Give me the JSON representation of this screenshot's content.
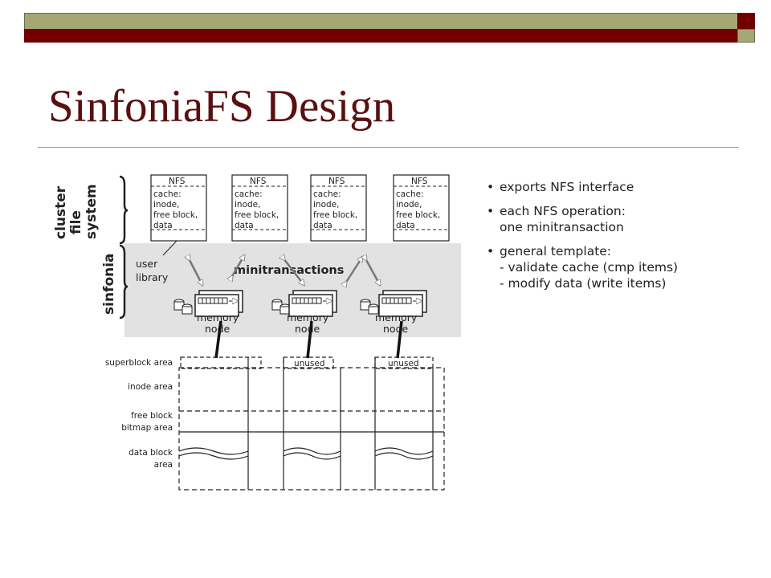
{
  "slide": {
    "title": "SinfoniaFS Design"
  },
  "diagram": {
    "nfs_label": "NFS",
    "cache_lines": [
      "cache:",
      "inode,",
      "free block,",
      "data"
    ],
    "cluster_label": [
      "cluster",
      "file",
      "system"
    ],
    "sinfonia_label": "sinfonia",
    "user_library": [
      "user",
      "library"
    ],
    "minitransactions": "minitransactions",
    "memory_node": [
      "memory",
      "node"
    ],
    "unused": "unused",
    "areas": {
      "superblock": "superblock area",
      "inode": "inode area",
      "free_block": [
        "free block",
        "bitmap area"
      ],
      "data_block": [
        "data block",
        "area"
      ]
    }
  },
  "bullets": [
    {
      "text": "exports NFS interface",
      "sub": []
    },
    {
      "text": "each NFS operation:",
      "sub": [
        "one minitransaction"
      ]
    },
    {
      "text": "general template:",
      "sub": [
        "- validate cache (cmp items)",
        "- modify data (write items)"
      ]
    }
  ],
  "colors": {
    "title": "#5a1010",
    "olive": "#a7a773",
    "dark_red": "#700000",
    "sinfonia_band": "#e2e2e2"
  },
  "icons": {
    "bullet": "hollow-square-icon"
  }
}
